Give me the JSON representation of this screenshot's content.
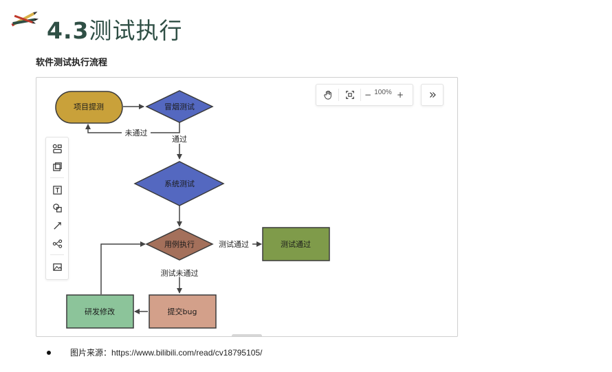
{
  "header": {
    "number": "4.3",
    "title": "测试执行",
    "subtitle": "软件测试执行流程"
  },
  "canvas": {
    "zoom": "100%",
    "zoom_minus": "−",
    "zoom_plus": "+"
  },
  "flowchart": {
    "nodes": {
      "project": "项目提测",
      "smoke": "冒烟测试",
      "system": "系统测试",
      "usecase": "用例执行",
      "pass_box": "测试通过",
      "submit_bug": "提交bug",
      "dev_fix": "研发修改"
    },
    "edges": {
      "smoke_fail": "未通过",
      "smoke_pass": "通过",
      "test_pass": "测试通过",
      "test_fail": "测试未通过"
    },
    "colors": {
      "project": "#c9a13a",
      "smoke": "#5468c0",
      "system": "#5468c0",
      "usecase": "#a4705b",
      "pass_box": "#7f9b4a",
      "submit_bug": "#d3a08a",
      "dev_fix": "#8cc49a"
    }
  },
  "footer": {
    "source_label": "图片来源：",
    "source_url": "https://www.bilibili.com/read/cv18795105/"
  }
}
